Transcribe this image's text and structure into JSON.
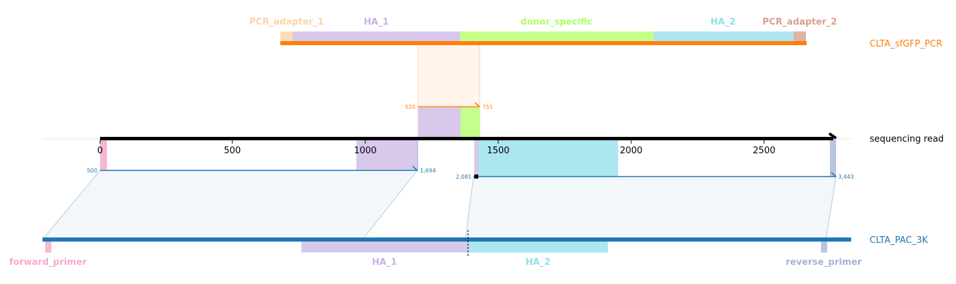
{
  "pcr_track": {
    "name": "CLTA_sfGFP_PCR",
    "color": "#ff7f0e",
    "features": [
      {
        "label": "PCR_adapter_1",
        "color": "#fddcb8",
        "text_color": "#fbd4a6"
      },
      {
        "label": "HA_1",
        "color": "#d8c8ec",
        "text_color": "#cbb2e6"
      },
      {
        "label": "donor_specific",
        "color": "#c4ff8a",
        "text_color": "#b0ff66"
      },
      {
        "label": "HA_2",
        "color": "#ace6f0",
        "text_color": "#8fdfec"
      },
      {
        "label": "PCR_adapter_2",
        "color": "#e0b2a4",
        "text_color": "#d8a08e"
      }
    ],
    "alignment": {
      "start_label": "520",
      "end_label": "751"
    }
  },
  "read_track": {
    "name": "sequencing read",
    "color": "#000000",
    "axis_ticks": [
      "0",
      "500",
      "1000",
      "1500",
      "2000",
      "2500"
    ],
    "features": [
      {
        "name": "forward_primer",
        "color": "#f7b6d2"
      },
      {
        "name": "HA_1",
        "color": "#d8c8ec"
      },
      {
        "name": "HA_2",
        "color": "#ace6f0"
      },
      {
        "name": "reverse_primer",
        "color": "#b8c4e0"
      }
    ],
    "alignments": [
      {
        "start_label": "500",
        "end_label": "1,694",
        "color": "#1f77b4"
      },
      {
        "start_label": "2,081",
        "end_label": "3,443",
        "color": "#1f77b4"
      }
    ]
  },
  "target_track": {
    "name": "CLTA_PAC_3K",
    "color": "#1f77b4",
    "features": [
      {
        "label": "forward_primer",
        "color": "#f7b6d2",
        "text_color": "#f7a8d0"
      },
      {
        "label": "HA_1",
        "color": "#d8c8ec",
        "text_color": "#cbb2e6"
      },
      {
        "label": "HA_2",
        "color": "#ace6f0",
        "text_color": "#8fdfec"
      },
      {
        "label": "reverse_primer",
        "color": "#b8c4e0",
        "text_color": "#a4b4d8"
      }
    ]
  }
}
